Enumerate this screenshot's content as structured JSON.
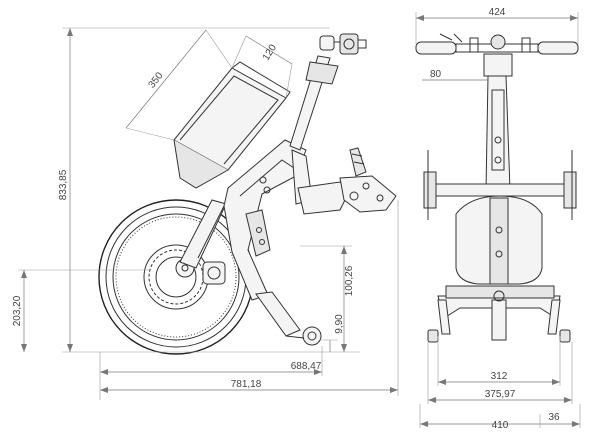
{
  "side_view": {
    "dimensions": {
      "overall_height": "833,85",
      "axle_height": "203,20",
      "handle_clearance": "100,26",
      "step_height": "9,90",
      "battery_length": "350",
      "battery_width": "120",
      "overall_length": "781,18",
      "wheelbase_length": "688,47"
    }
  },
  "front_view": {
    "dimensions": {
      "handlebar_width": "424",
      "stem_width": "80",
      "frame_width": "312",
      "outer_width": "375,97",
      "base_width": "410",
      "offset": "36"
    }
  }
}
